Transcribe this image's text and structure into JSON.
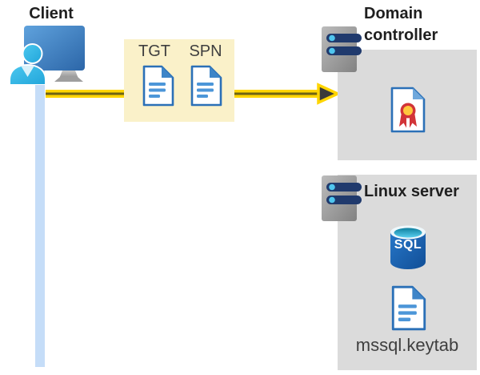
{
  "colors": {
    "background": "#FFFFFF",
    "panel_gray": "#DBDBDB",
    "ticket_box_yellow": "#FAF1C9",
    "arrow_yellow": "#FFD500",
    "arrow_core_olive": "#6E6312",
    "arrow_head_gray": "#3A3A3A",
    "document_border_blue": "#2B70B7",
    "document_line_blue": "#4C96D8",
    "client_line_blue": "#C5DDF8",
    "monitor_blue": "#3D7FC1",
    "person_cyan": "#35B9E6",
    "server_body_gray": "#9C9C9C",
    "server_bar_navy": "#203A6D",
    "server_dot_cyan": "#4FC6EF",
    "certificate_red": "#D23438",
    "certificate_gold": "#FFC83D",
    "sql_cylinder_blue": "#1F66B4",
    "title_text": "#1F1F1F",
    "label_text": "#3F3F3F"
  },
  "client": {
    "label": "Client",
    "icon": "client-workstation-icon"
  },
  "connection": {
    "line_icon": "client-connection-line",
    "arrow_icon": "arrow-right-icon"
  },
  "ticket_box": {
    "tgt_label": "TGT",
    "spn_label": "SPN",
    "tgt_icon": "tgt-document-icon",
    "spn_icon": "spn-document-icon"
  },
  "domain_controller": {
    "title": "Domain controller",
    "server_icon": "server-icon",
    "certificate_icon": "certificate-icon"
  },
  "linux_server": {
    "title": "Linux server",
    "server_icon": "server-icon",
    "sql_label": "SQL",
    "sql_icon": "sql-database-icon",
    "keytab_icon": "keytab-document-icon",
    "keytab_label": "mssql.keytab"
  }
}
